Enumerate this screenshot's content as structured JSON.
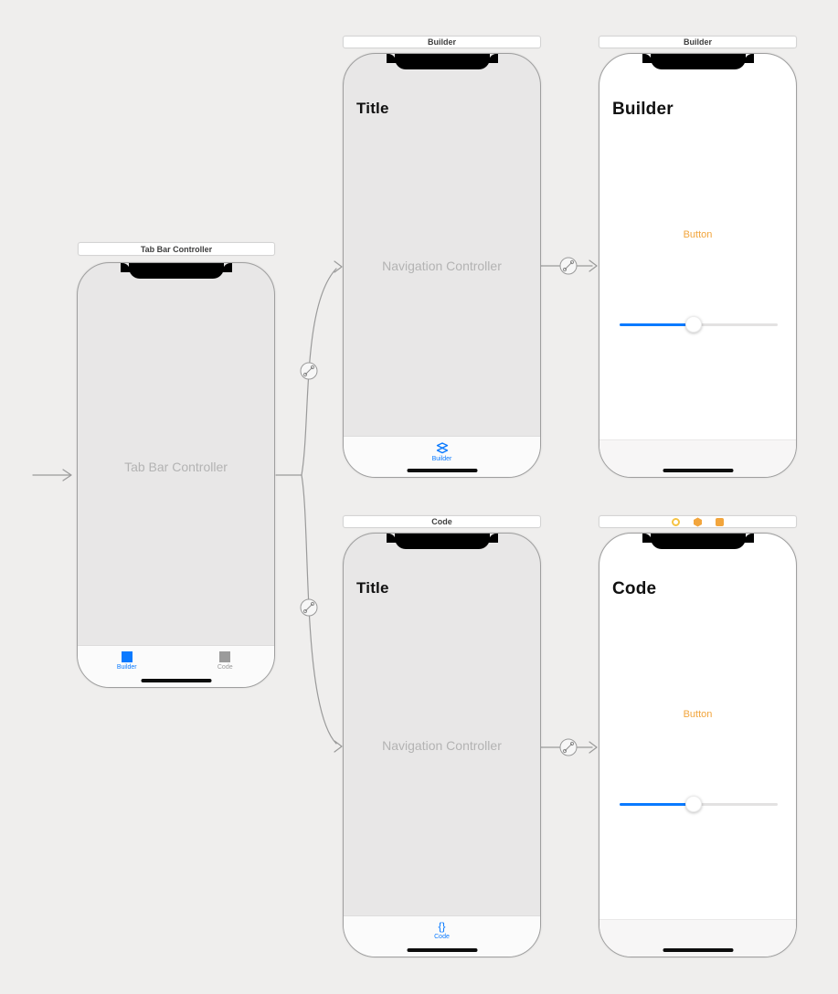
{
  "colors": {
    "accent_blue": "#0A7AFF",
    "tint_orange": "#F2A53C",
    "inactive_gray": "#9B9B9B",
    "dock_yellow": "#F6C343"
  },
  "entry": {
    "arrow_icon": "storyboard-entry-arrow"
  },
  "segues": {
    "badge_icon": "relationship-segue-icon",
    "count": 4
  },
  "scenes": {
    "tab_bar": {
      "header": "Tab Bar Controller",
      "center_label": "Tab Bar Controller",
      "tabs": [
        {
          "label": "Builder",
          "icon": "blue-square",
          "active": true
        },
        {
          "label": "Code",
          "icon": "gray-square",
          "active": false
        }
      ]
    },
    "nav_builder": {
      "header": "Builder",
      "nav_title": "Title",
      "center_label": "Navigation Controller",
      "tab": {
        "label": "Builder",
        "icon": "stacked-3d-boxes"
      }
    },
    "vc_builder": {
      "header": "Builder",
      "title": "Builder",
      "button_label": "Button",
      "slider": {
        "value_pct": 47
      }
    },
    "nav_code": {
      "header": "Code",
      "nav_title": "Title",
      "center_label": "Navigation Controller",
      "tab": {
        "label": "Code",
        "icon": "curly-braces",
        "glyph": "{}"
      }
    },
    "vc_code": {
      "header_dock_icons": [
        "view-controller-icon",
        "first-responder-icon",
        "exit-icon"
      ],
      "title": "Code",
      "button_label": "Button",
      "slider": {
        "value_pct": 47
      }
    }
  }
}
